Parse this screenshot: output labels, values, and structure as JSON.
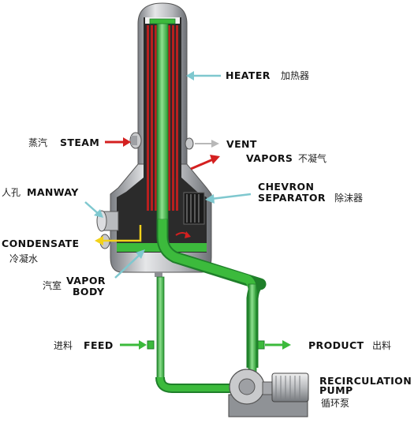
{
  "labels": {
    "heater": "HEATER",
    "heater_cn": "加热器",
    "steam": "STEAM",
    "steam_cn": "蒸汽",
    "vent": "VENT",
    "vapors": "VAPORS",
    "vapors_cn": "不凝气",
    "chevron_1": "CHEVRON",
    "chevron_2": "SEPARATOR",
    "chevron_cn": "除沫器",
    "manway": "MANWAY",
    "manway_cn": "人孔",
    "condensate": "CONDENSATE",
    "condensate_cn": "冷凝水",
    "vapor_body_1": "VAPOR",
    "vapor_body_2": "BODY",
    "vapor_body_cn": "汽室",
    "feed": "FEED",
    "feed_cn": "进料",
    "product": "PRODUCT",
    "product_cn": "出料",
    "pump_1": "RECIRCULATION",
    "pump_2": "PUMP",
    "pump_cn": "循环泵"
  },
  "colors": {
    "steel_light": "#d9dadc",
    "steel_mid": "#a9abaf",
    "steel_dark": "#6f7277",
    "pipe_green": "#3cba3c",
    "pipe_green_dark": "#1f7f2a",
    "tube_red": "#b81f1f",
    "arrow_red": "#d42020",
    "arrow_teal": "#7fc8cf",
    "arrow_yellow": "#f2d21a",
    "vent_gray": "#b8b8b8"
  }
}
